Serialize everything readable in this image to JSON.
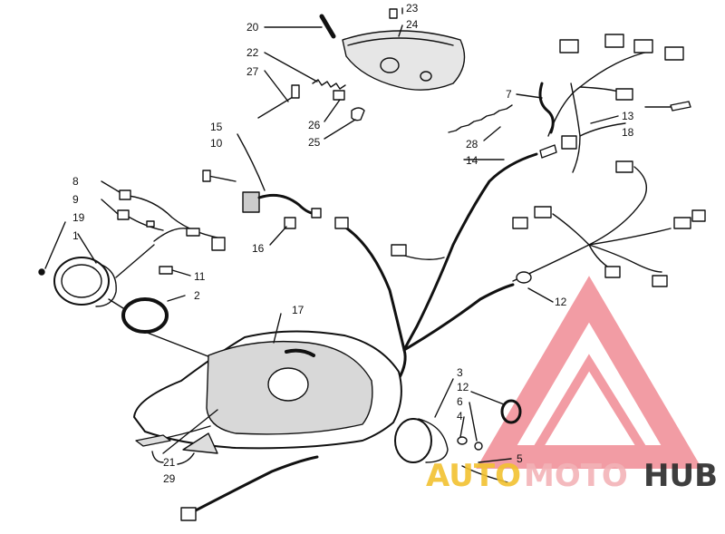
{
  "callouts": [
    {
      "id": "c20",
      "label": "20"
    },
    {
      "id": "c23",
      "label": "23"
    },
    {
      "id": "c24",
      "label": "24"
    },
    {
      "id": "c22",
      "label": "22"
    },
    {
      "id": "c27",
      "label": "27"
    },
    {
      "id": "c26",
      "label": "26"
    },
    {
      "id": "c25",
      "label": "25"
    },
    {
      "id": "c7",
      "label": "7"
    },
    {
      "id": "c13",
      "label": "13"
    },
    {
      "id": "c18",
      "label": "18"
    },
    {
      "id": "c28",
      "label": "28"
    },
    {
      "id": "c14",
      "label": "14"
    },
    {
      "id": "c15",
      "label": "15"
    },
    {
      "id": "c10",
      "label": "10"
    },
    {
      "id": "c16",
      "label": "16"
    },
    {
      "id": "c8",
      "label": "8"
    },
    {
      "id": "c9",
      "label": "9"
    },
    {
      "id": "c19",
      "label": "19"
    },
    {
      "id": "c1",
      "label": "1"
    },
    {
      "id": "c11",
      "label": "11"
    },
    {
      "id": "c2",
      "label": "2"
    },
    {
      "id": "c17",
      "label": "17"
    },
    {
      "id": "c12a",
      "label": "12"
    },
    {
      "id": "c3",
      "label": "3"
    },
    {
      "id": "c12b",
      "label": "12"
    },
    {
      "id": "c6",
      "label": "6"
    },
    {
      "id": "c4",
      "label": "4"
    },
    {
      "id": "c5",
      "label": "5"
    },
    {
      "id": "c21",
      "label": "21"
    },
    {
      "id": "c29",
      "label": "29"
    }
  ],
  "watermark": {
    "part1": "AUTO",
    "part2": "MOTO",
    "part3": "HUB",
    "colors": {
      "auto": "#f2c230",
      "moto": "#f3b3b7",
      "hub": "#2a2a2a",
      "logo": "#e84c5a"
    }
  },
  "colors": {
    "line": "#111111",
    "background": "#ffffff"
  }
}
